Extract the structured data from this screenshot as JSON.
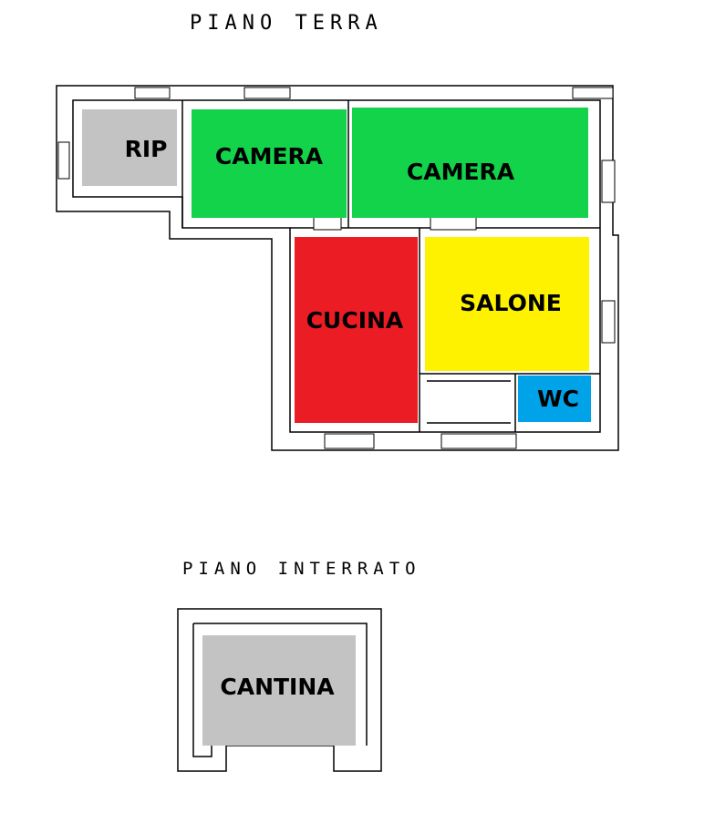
{
  "floors": {
    "ground": {
      "title": "PIANO TERRA",
      "rooms": {
        "rip": {
          "label": "RIP",
          "color": "#c3c3c3"
        },
        "camera1": {
          "label": "CAMERA",
          "color": "#13d34a"
        },
        "camera2": {
          "label": "CAMERA",
          "color": "#13d34a"
        },
        "cucina": {
          "label": "CUCINA",
          "color": "#ec1c24"
        },
        "salone": {
          "label": "SALONE",
          "color": "#fff200"
        },
        "wc": {
          "label": "WC",
          "color": "#00a2e8"
        }
      }
    },
    "basement": {
      "title": "PIANO INTERRATO",
      "rooms": {
        "cantina": {
          "label": "CANTINA",
          "color": "#c3c3c3"
        }
      }
    }
  }
}
